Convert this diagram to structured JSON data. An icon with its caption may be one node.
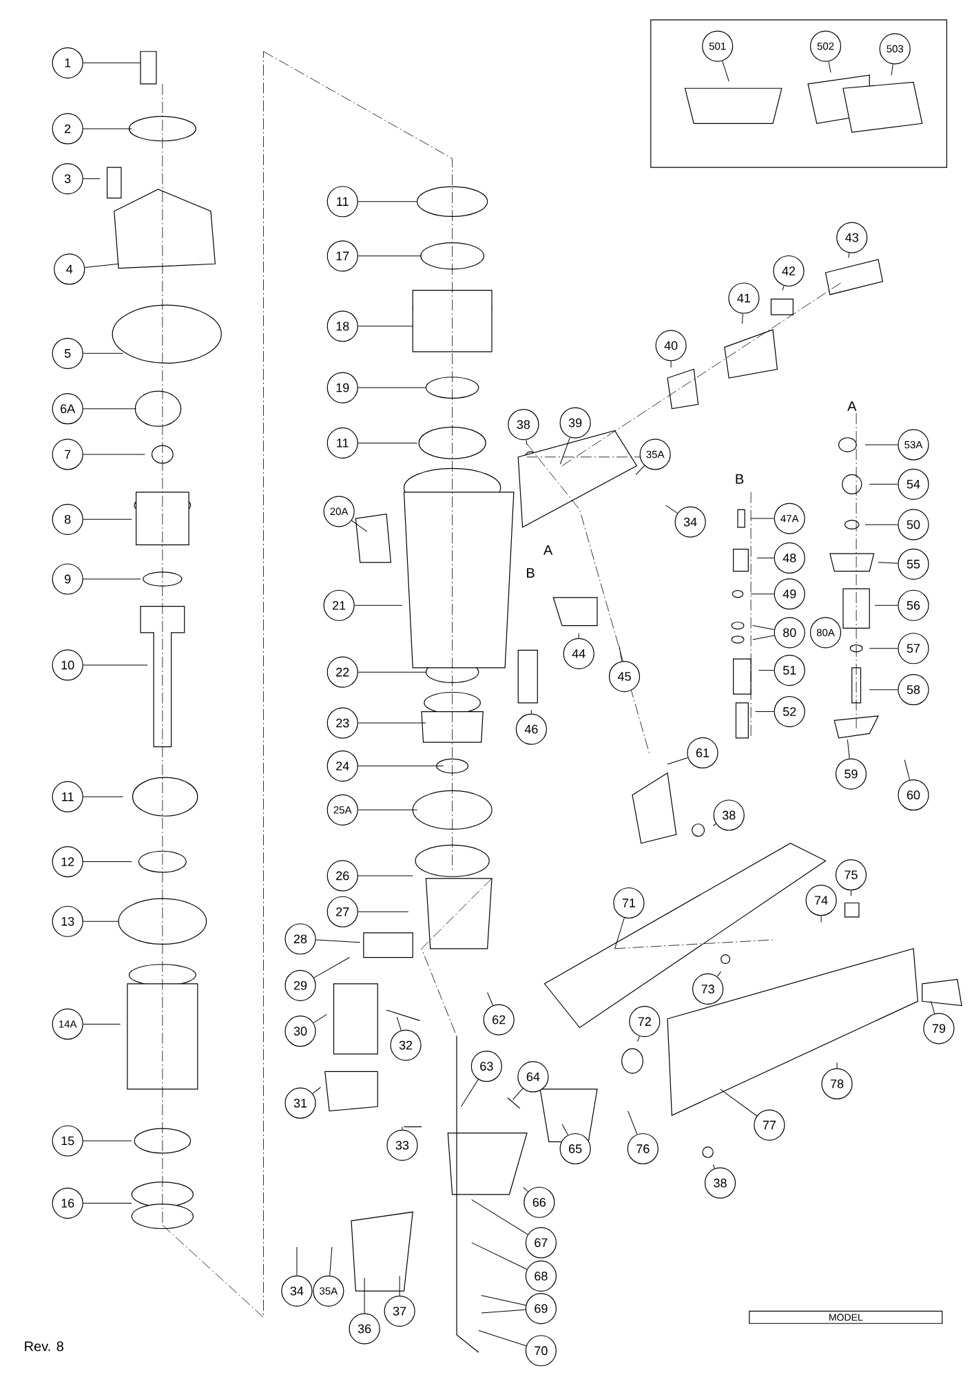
{
  "diagram": {
    "nodes": [
      {
        "text": [
          "1"
        ]
      },
      {
        "text": [
          "2"
        ]
      },
      {
        "text": [
          "3"
        ]
      },
      {
        "text": [
          "4"
        ]
      },
      {
        "text": [
          "5"
        ]
      },
      {
        "text": [
          "6A"
        ]
      },
      {
        "text": [
          "7"
        ]
      },
      {
        "text": [
          "8"
        ]
      },
      {
        "text": [
          "9"
        ]
      },
      {
        "text": [
          "10"
        ]
      },
      {
        "text": [
          "11"
        ]
      },
      {
        "text": [
          "12"
        ]
      },
      {
        "text": [
          "13"
        ]
      },
      {
        "text": [
          "14A"
        ]
      },
      {
        "text": [
          "15"
        ]
      },
      {
        "text": [
          "16"
        ]
      },
      {
        "text": [
          "501"
        ]
      },
      {
        "text": [
          "502"
        ]
      },
      {
        "text": [
          "503"
        ]
      },
      {
        "text": [
          "43"
        ]
      },
      {
        "text": [
          "11"
        ]
      },
      {
        "text": [
          "17"
        ]
      },
      {
        "text": [
          "42"
        ]
      },
      {
        "text": [
          "41"
        ]
      },
      {
        "text": [
          "18"
        ]
      },
      {
        "text": [
          "40"
        ]
      },
      {
        "text": [
          "19"
        ]
      },
      {
        "text": [
          "39"
        ]
      },
      {
        "text": [
          "38"
        ]
      },
      {
        "text": [
          "11"
        ]
      },
      {
        "text": [
          "53A"
        ]
      },
      {
        "text": [
          "35A"
        ]
      },
      {
        "text": [
          "54"
        ]
      },
      {
        "text": [
          "20A"
        ]
      },
      {
        "text": [
          "47A"
        ]
      },
      {
        "text": [
          "34"
        ]
      },
      {
        "text": [
          "50"
        ]
      },
      {
        "text": [
          "48"
        ]
      },
      {
        "text": [
          "55"
        ]
      },
      {
        "text": [
          "49"
        ]
      },
      {
        "text": [
          "21"
        ]
      },
      {
        "text": [
          "56"
        ]
      },
      {
        "text": [
          "80"
        ]
      },
      {
        "text": [
          "80A"
        ]
      },
      {
        "text": [
          "57"
        ]
      },
      {
        "text": [
          "44"
        ]
      },
      {
        "text": [
          "51"
        ]
      },
      {
        "text": [
          "22"
        ]
      },
      {
        "text": [
          "45"
        ]
      },
      {
        "text": [
          "58"
        ]
      },
      {
        "text": [
          "52"
        ]
      },
      {
        "text": [
          "23"
        ]
      },
      {
        "text": [
          "46"
        ]
      },
      {
        "text": [
          "61"
        ]
      },
      {
        "text": [
          "24"
        ]
      },
      {
        "text": [
          "59"
        ]
      },
      {
        "text": [
          "60"
        ]
      },
      {
        "text": [
          "25A"
        ]
      },
      {
        "text": [
          "38"
        ]
      },
      {
        "text": [
          "26"
        ]
      },
      {
        "text": [
          "75"
        ]
      },
      {
        "text": [
          "74"
        ]
      },
      {
        "text": [
          "71"
        ]
      },
      {
        "text": [
          "27"
        ]
      },
      {
        "text": [
          "28"
        ]
      },
      {
        "text": [
          "29"
        ]
      },
      {
        "text": [
          "73"
        ]
      },
      {
        "text": [
          "62"
        ]
      },
      {
        "text": [
          "72"
        ]
      },
      {
        "text": [
          "79"
        ]
      },
      {
        "text": [
          "30"
        ]
      },
      {
        "text": [
          "32"
        ]
      },
      {
        "text": [
          "63"
        ]
      },
      {
        "text": [
          "64"
        ]
      },
      {
        "text": [
          "78"
        ]
      },
      {
        "text": [
          "31"
        ]
      },
      {
        "text": [
          "77"
        ]
      },
      {
        "text": [
          "33"
        ]
      },
      {
        "text": [
          "65"
        ]
      },
      {
        "text": [
          "76"
        ]
      },
      {
        "text": [
          "38"
        ]
      },
      {
        "text": [
          "66"
        ]
      },
      {
        "text": [
          "67"
        ]
      },
      {
        "text": [
          "68"
        ]
      },
      {
        "text": [
          "34"
        ]
      },
      {
        "text": [
          "35A"
        ]
      },
      {
        "text": [
          "69"
        ]
      },
      {
        "text": [
          "37"
        ]
      },
      {
        "text": [
          "36"
        ]
      },
      {
        "text": [
          "70"
        ]
      }
    ],
    "edges": [
      {
        "from": 0,
        "to": null,
        "arrow": "none"
      },
      {
        "from": 1,
        "to": null,
        "arrow": "none"
      },
      {
        "from": 2,
        "to": null,
        "arrow": "none"
      },
      {
        "from": 3,
        "to": null,
        "arrow": "none"
      },
      {
        "from": 4,
        "to": null,
        "arrow": "none"
      },
      {
        "from": 5,
        "to": null,
        "arrow": "none"
      },
      {
        "from": 6,
        "to": null,
        "arrow": "none"
      },
      {
        "from": 7,
        "to": null,
        "arrow": "none"
      },
      {
        "from": 8,
        "to": null,
        "arrow": "none"
      },
      {
        "from": 9,
        "to": null,
        "arrow": "none"
      },
      {
        "from": 10,
        "to": null,
        "arrow": "none"
      },
      {
        "from": 11,
        "to": null,
        "arrow": "none"
      },
      {
        "from": 12,
        "to": null,
        "arrow": "none"
      },
      {
        "from": 13,
        "to": null,
        "arrow": "none"
      },
      {
        "from": 14,
        "to": null,
        "arrow": "none"
      },
      {
        "from": 15,
        "to": null,
        "arrow": "none"
      },
      {
        "from": 16,
        "to": null,
        "arrow": "none"
      },
      {
        "from": 17,
        "to": null,
        "arrow": "none"
      },
      {
        "from": 18,
        "to": null,
        "arrow": "none"
      },
      {
        "from": 19,
        "to": null,
        "arrow": "none"
      },
      {
        "from": 20,
        "to": null,
        "arrow": "none"
      },
      {
        "from": 21,
        "to": null,
        "arrow": "none"
      },
      {
        "from": 22,
        "to": null,
        "arrow": "none"
      },
      {
        "from": 23,
        "to": null,
        "arrow": "none"
      },
      {
        "from": 24,
        "to": null,
        "arrow": "none"
      },
      {
        "from": 25,
        "to": null,
        "arrow": "none"
      },
      {
        "from": 26,
        "to": null,
        "arrow": "none"
      },
      {
        "from": 27,
        "to": null,
        "arrow": "none"
      },
      {
        "from": 28,
        "to": null,
        "arrow": "none"
      },
      {
        "from": 29,
        "to": null,
        "arrow": "none"
      },
      {
        "from": 30,
        "to": null,
        "arrow": "none"
      },
      {
        "from": 31,
        "to": null,
        "arrow": "none"
      },
      {
        "from": 32,
        "to": null,
        "arrow": "none"
      },
      {
        "from": 33,
        "to": null,
        "arrow": "none"
      },
      {
        "from": 34,
        "to": null,
        "arrow": "none"
      },
      {
        "from": 35,
        "to": null,
        "arrow": "none"
      },
      {
        "from": 36,
        "to": null,
        "arrow": "none"
      },
      {
        "from": 37,
        "to": null,
        "arrow": "none"
      },
      {
        "from": 38,
        "to": null,
        "arrow": "none"
      },
      {
        "from": 39,
        "to": null,
        "arrow": "none"
      },
      {
        "from": 40,
        "to": null,
        "arrow": "none"
      },
      {
        "from": 41,
        "to": null,
        "arrow": "none"
      },
      {
        "from": 42,
        "to": null,
        "arrow": "none"
      },
      {
        "from": 42,
        "to": null,
        "arrow": "none"
      },
      {
        "from": 44,
        "to": null,
        "arrow": "none"
      },
      {
        "from": 45,
        "to": null,
        "arrow": "none"
      },
      {
        "from": 46,
        "to": null,
        "arrow": "none"
      },
      {
        "from": 47,
        "to": null,
        "arrow": "none"
      },
      {
        "from": 48,
        "to": null,
        "arrow": "none"
      },
      {
        "from": 49,
        "to": null,
        "arrow": "none"
      },
      {
        "from": 50,
        "to": null,
        "arrow": "none"
      },
      {
        "from": 51,
        "to": null,
        "arrow": "none"
      },
      {
        "from": 52,
        "to": null,
        "arrow": "none"
      },
      {
        "from": 53,
        "to": null,
        "arrow": "none"
      },
      {
        "from": 54,
        "to": null,
        "arrow": "none"
      },
      {
        "from": 55,
        "to": null,
        "arrow": "none"
      },
      {
        "from": 56,
        "to": null,
        "arrow": "none"
      },
      {
        "from": 57,
        "to": null,
        "arrow": "none"
      },
      {
        "from": 58,
        "to": null,
        "arrow": "none"
      },
      {
        "from": 59,
        "to": null,
        "arrow": "none"
      },
      {
        "from": 60,
        "to": null,
        "arrow": "none"
      },
      {
        "from": 61,
        "to": null,
        "arrow": "none"
      },
      {
        "from": 62,
        "to": null,
        "arrow": "none"
      },
      {
        "from": 63,
        "to": null,
        "arrow": "none"
      },
      {
        "from": 64,
        "to": null,
        "arrow": "none"
      },
      {
        "from": 65,
        "to": null,
        "arrow": "none"
      },
      {
        "from": 66,
        "to": null,
        "arrow": "none"
      },
      {
        "from": 67,
        "to": null,
        "arrow": "none"
      },
      {
        "from": 68,
        "to": null,
        "arrow": "none"
      },
      {
        "from": 69,
        "to": null,
        "arrow": "none"
      },
      {
        "from": 70,
        "to": null,
        "arrow": "none"
      },
      {
        "from": 71,
        "to": null,
        "arrow": "none"
      },
      {
        "from": 72,
        "to": null,
        "arrow": "none"
      },
      {
        "from": 73,
        "to": null,
        "arrow": "none"
      },
      {
        "from": 74,
        "to": null,
        "arrow": "none"
      },
      {
        "from": 75,
        "to": null,
        "arrow": "none"
      },
      {
        "from": 76,
        "to": null,
        "arrow": "none"
      },
      {
        "from": 77,
        "to": null,
        "arrow": "none"
      },
      {
        "from": 78,
        "to": null,
        "arrow": "none"
      },
      {
        "from": 79,
        "to": null,
        "arrow": "none"
      },
      {
        "from": 80,
        "to": null,
        "arrow": "none"
      },
      {
        "from": 81,
        "to": null,
        "arrow": "none"
      },
      {
        "from": 82,
        "to": null,
        "arrow": "none"
      },
      {
        "from": 83,
        "to": null,
        "arrow": "none"
      },
      {
        "from": 84,
        "to": null,
        "arrow": "none"
      },
      {
        "from": 85,
        "to": null,
        "arrow": "none"
      },
      {
        "from": 86,
        "to": null,
        "arrow": "none"
      },
      {
        "from": 86,
        "to": null,
        "arrow": "none"
      },
      {
        "from": 87,
        "to": null,
        "arrow": "none"
      },
      {
        "from": 88,
        "to": null,
        "arrow": "none"
      },
      {
        "from": 89,
        "to": null,
        "arrow": "none"
      }
    ],
    "labels": [
      "A",
      "B",
      "A",
      "B",
      "MODEL",
      "Rev. 8"
    ]
  }
}
